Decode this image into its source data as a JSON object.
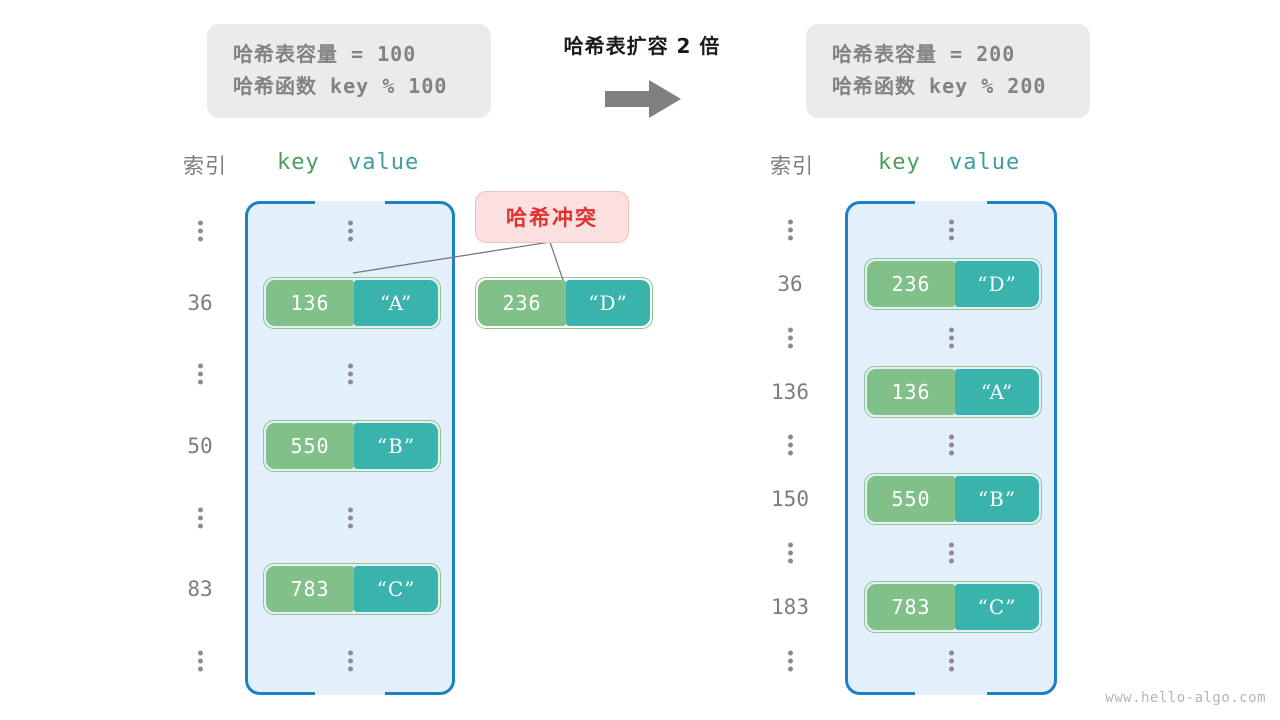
{
  "transition": {
    "title": "哈希表扩容 2 倍",
    "arrow_icon": "right-arrow-icon"
  },
  "before": {
    "info": {
      "capacity_line": "哈希表容量 = 100",
      "function_line": "哈希函数 key % 100"
    },
    "headers": {
      "index": "索引",
      "key": "key",
      "value": "value"
    },
    "rows": [
      {
        "index": "⋮",
        "type": "ellipsis"
      },
      {
        "index": "36",
        "type": "entry",
        "key": "136",
        "value": "“A”"
      },
      {
        "index": "⋮",
        "type": "ellipsis"
      },
      {
        "index": "50",
        "type": "entry",
        "key": "550",
        "value": "“B”"
      },
      {
        "index": "⋮",
        "type": "ellipsis"
      },
      {
        "index": "83",
        "type": "entry",
        "key": "783",
        "value": "“C”"
      },
      {
        "index": "⋮",
        "type": "ellipsis"
      }
    ],
    "overflow_entry": {
      "key": "236",
      "value": "“D”"
    },
    "collision_badge": "哈希冲突"
  },
  "after": {
    "info": {
      "capacity_line": "哈希表容量 = 200",
      "function_line": "哈希函数 key % 200"
    },
    "headers": {
      "index": "索引",
      "key": "key",
      "value": "value"
    },
    "rows": [
      {
        "index": "⋮",
        "type": "ellipsis"
      },
      {
        "index": "36",
        "type": "entry",
        "key": "236",
        "value": "“D”"
      },
      {
        "index": "⋮",
        "type": "ellipsis"
      },
      {
        "index": "136",
        "type": "entry",
        "key": "136",
        "value": "“A”"
      },
      {
        "index": "⋮",
        "type": "ellipsis"
      },
      {
        "index": "150",
        "type": "entry",
        "key": "550",
        "value": "“B”"
      },
      {
        "index": "⋮",
        "type": "ellipsis"
      },
      {
        "index": "183",
        "type": "entry",
        "key": "783",
        "value": "“C”"
      },
      {
        "index": "⋮",
        "type": "ellipsis"
      }
    ]
  },
  "watermark": "www.hello-algo.com",
  "colors": {
    "key_cell": "#82c08a",
    "value_cell": "#3bb3ad",
    "pair_border": "#8dc98a",
    "bucket_fill": "#e3f0fb",
    "bucket_stroke": "#1d7fc4",
    "info_box": "#ebebeb",
    "info_text": "#828282",
    "badge_bg": "#fbe0e0",
    "badge_text": "#e03131",
    "index_text": "#7d7d7d",
    "arrow": "#808080"
  }
}
